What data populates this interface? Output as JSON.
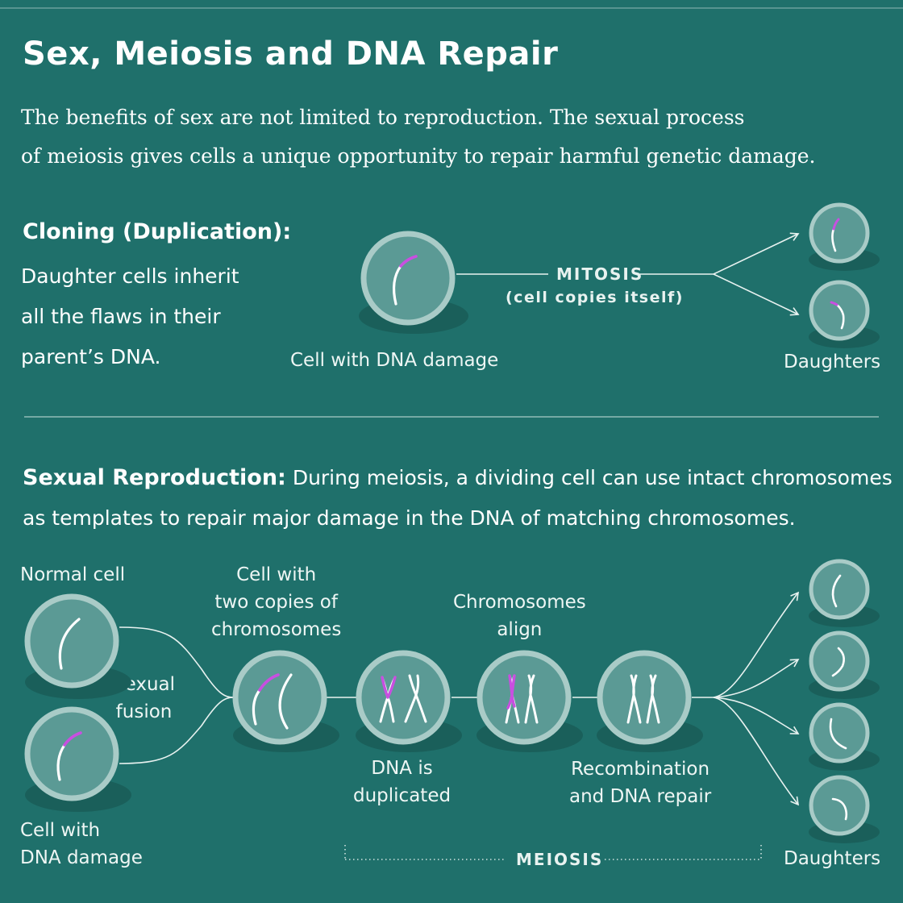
{
  "header": {
    "title": "Sex, Meiosis and DNA Repair",
    "intro_line1": "The benefits of sex are not limited to reproduction. The sexual process",
    "intro_line2": "of meiosis gives cells a unique opportunity to repair harmful genetic damage."
  },
  "cloning": {
    "heading": "Cloning (Duplication):",
    "desc_line1": "Daughter cells inherit",
    "desc_line2": "all the flaws in their",
    "desc_line3": "parent’s DNA.",
    "cell_label": "Cell with DNA damage",
    "process_label": "MITOSIS",
    "process_sub": "(cell copies itself)",
    "daughters_label": "Daughters"
  },
  "sexual": {
    "heading": "Sexual Reproduction:",
    "desc_line1": "During meiosis, a dividing cell can use intact chromosomes",
    "desc_line2": "as templates to repair major damage in the DNA of matching chromosomes.",
    "normal_cell_label": "Normal cell",
    "damaged_cell_label_line1": "Cell with",
    "damaged_cell_label_line2": "DNA damage",
    "fusion_label_line1": "Sexual",
    "fusion_label_line2": "fusion",
    "two_copies_line1": "Cell with",
    "two_copies_line2": "two copies of",
    "two_copies_line3": "chromosomes",
    "duplicated_line1": "DNA is",
    "duplicated_line2": "duplicated",
    "align_line1": "Chromosomes",
    "align_line2": "align",
    "recomb_line1": "Recombination",
    "recomb_line2": "and DNA repair",
    "process_label": "MEIOSIS",
    "daughters_label": "Daughters"
  },
  "colors": {
    "background": "#1f706b",
    "cell_fill": "#5b9a95",
    "cell_rim": "#a9cbc7",
    "shadow": "#1a5f5a",
    "damage": "#c84fe0",
    "line": "#e8f2f0"
  }
}
